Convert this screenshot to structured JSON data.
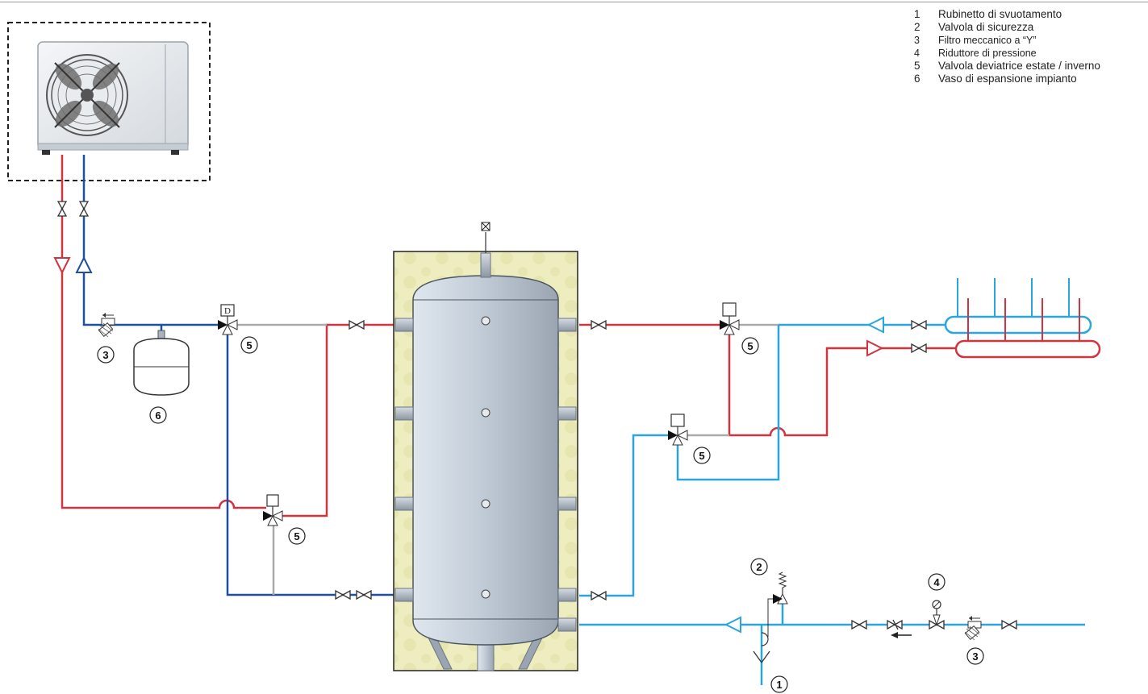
{
  "legend": [
    {
      "num": "1",
      "text": "Rubinetto di svuotamento"
    },
    {
      "num": "2",
      "text": "Valvola di sicurezza"
    },
    {
      "num": "3",
      "text": "Filtro meccanico a “Y”"
    },
    {
      "num": "4",
      "text": "Riduttore di pressione"
    },
    {
      "num": "5",
      "text": "Valvola deviatrice estate / inverno"
    },
    {
      "num": "6",
      "text": "Vaso di espansione impianto"
    }
  ],
  "labels": {
    "n1": "1",
    "n2": "2",
    "n3": "3",
    "n4": "4",
    "n5": "5",
    "n6": "6",
    "valve_d_mark": "D"
  },
  "colors": {
    "hot": "#d0343f",
    "cold": "#1f4fa0",
    "light_blue": "#2aa6dc",
    "grey": "#aaaaaa",
    "insulation": "#ecebbd",
    "tank": "#c6cfd8"
  }
}
